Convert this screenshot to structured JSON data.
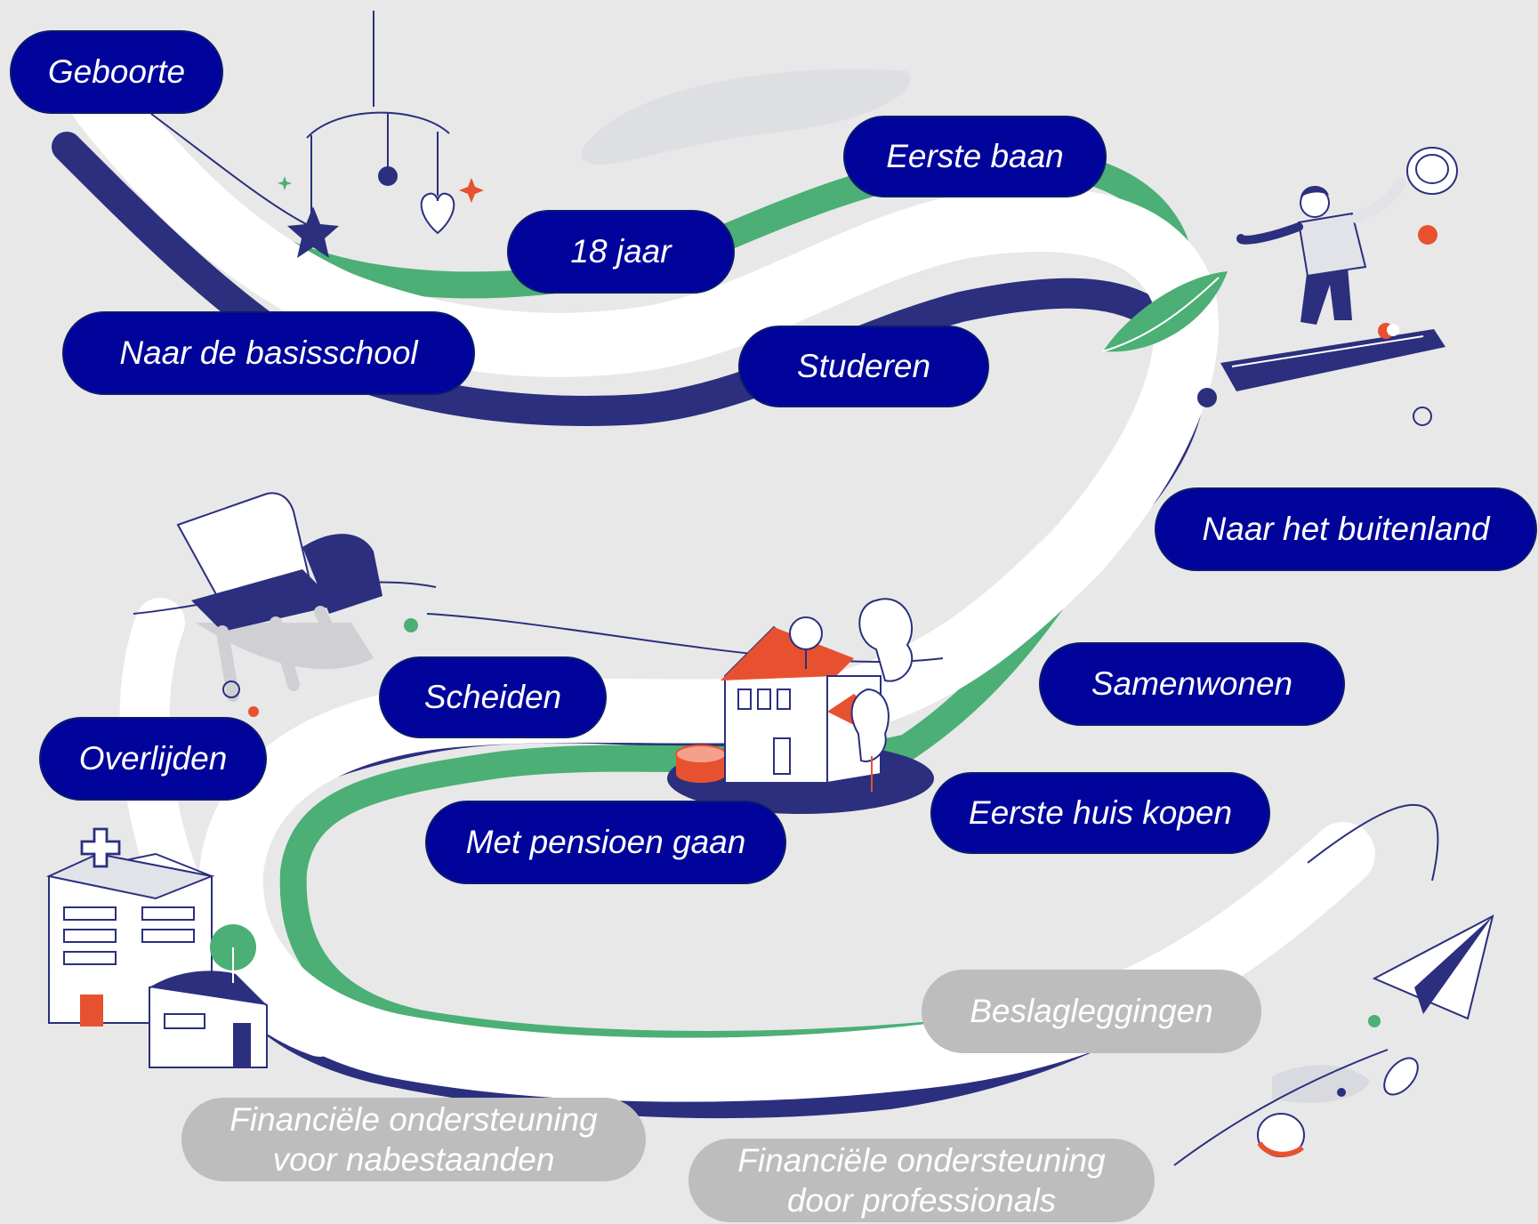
{
  "colors": {
    "background": "#e8e8e8",
    "pill_active": "#01049a",
    "pill_inactive": "#bdbdbd",
    "road_navy": "#2b2f7e",
    "road_green": "#4caf76",
    "road_white": "#ffffff",
    "accent_orange": "#e8512f"
  },
  "milestones": [
    {
      "id": "geboorte",
      "label": "Geboorte",
      "state": "active"
    },
    {
      "id": "18-jaar",
      "label": "18 jaar",
      "state": "active"
    },
    {
      "id": "eerste-baan",
      "label": "Eerste baan",
      "state": "active"
    },
    {
      "id": "basisschool",
      "label": "Naar de basisschool",
      "state": "active"
    },
    {
      "id": "studeren",
      "label": "Studeren",
      "state": "active"
    },
    {
      "id": "buitenland",
      "label": "Naar het buitenland",
      "state": "active"
    },
    {
      "id": "samenwonen",
      "label": "Samenwonen",
      "state": "active"
    },
    {
      "id": "scheiden",
      "label": "Scheiden",
      "state": "active"
    },
    {
      "id": "huis-kopen",
      "label": "Eerste huis kopen",
      "state": "active"
    },
    {
      "id": "overlijden",
      "label": "Overlijden",
      "state": "active"
    },
    {
      "id": "pensioen",
      "label": "Met pensioen gaan",
      "state": "active"
    },
    {
      "id": "beslag",
      "label": "Beslagleggingen",
      "state": "inactive"
    },
    {
      "id": "nabestaanden",
      "label": "Financiële ondersteuning voor nabestaanden",
      "state": "inactive"
    },
    {
      "id": "professionals",
      "label": "Financiële ondersteuning door professionals",
      "state": "inactive"
    }
  ],
  "icons": [
    "baby-mobile-icon",
    "person-on-phone-icon",
    "coin-icon",
    "armchair-icon",
    "house-icon",
    "tree-icon",
    "coin-stack-icon",
    "hospital-icon",
    "paper-plane-icon",
    "leaf-icon",
    "star-icon",
    "heart-icon"
  ]
}
